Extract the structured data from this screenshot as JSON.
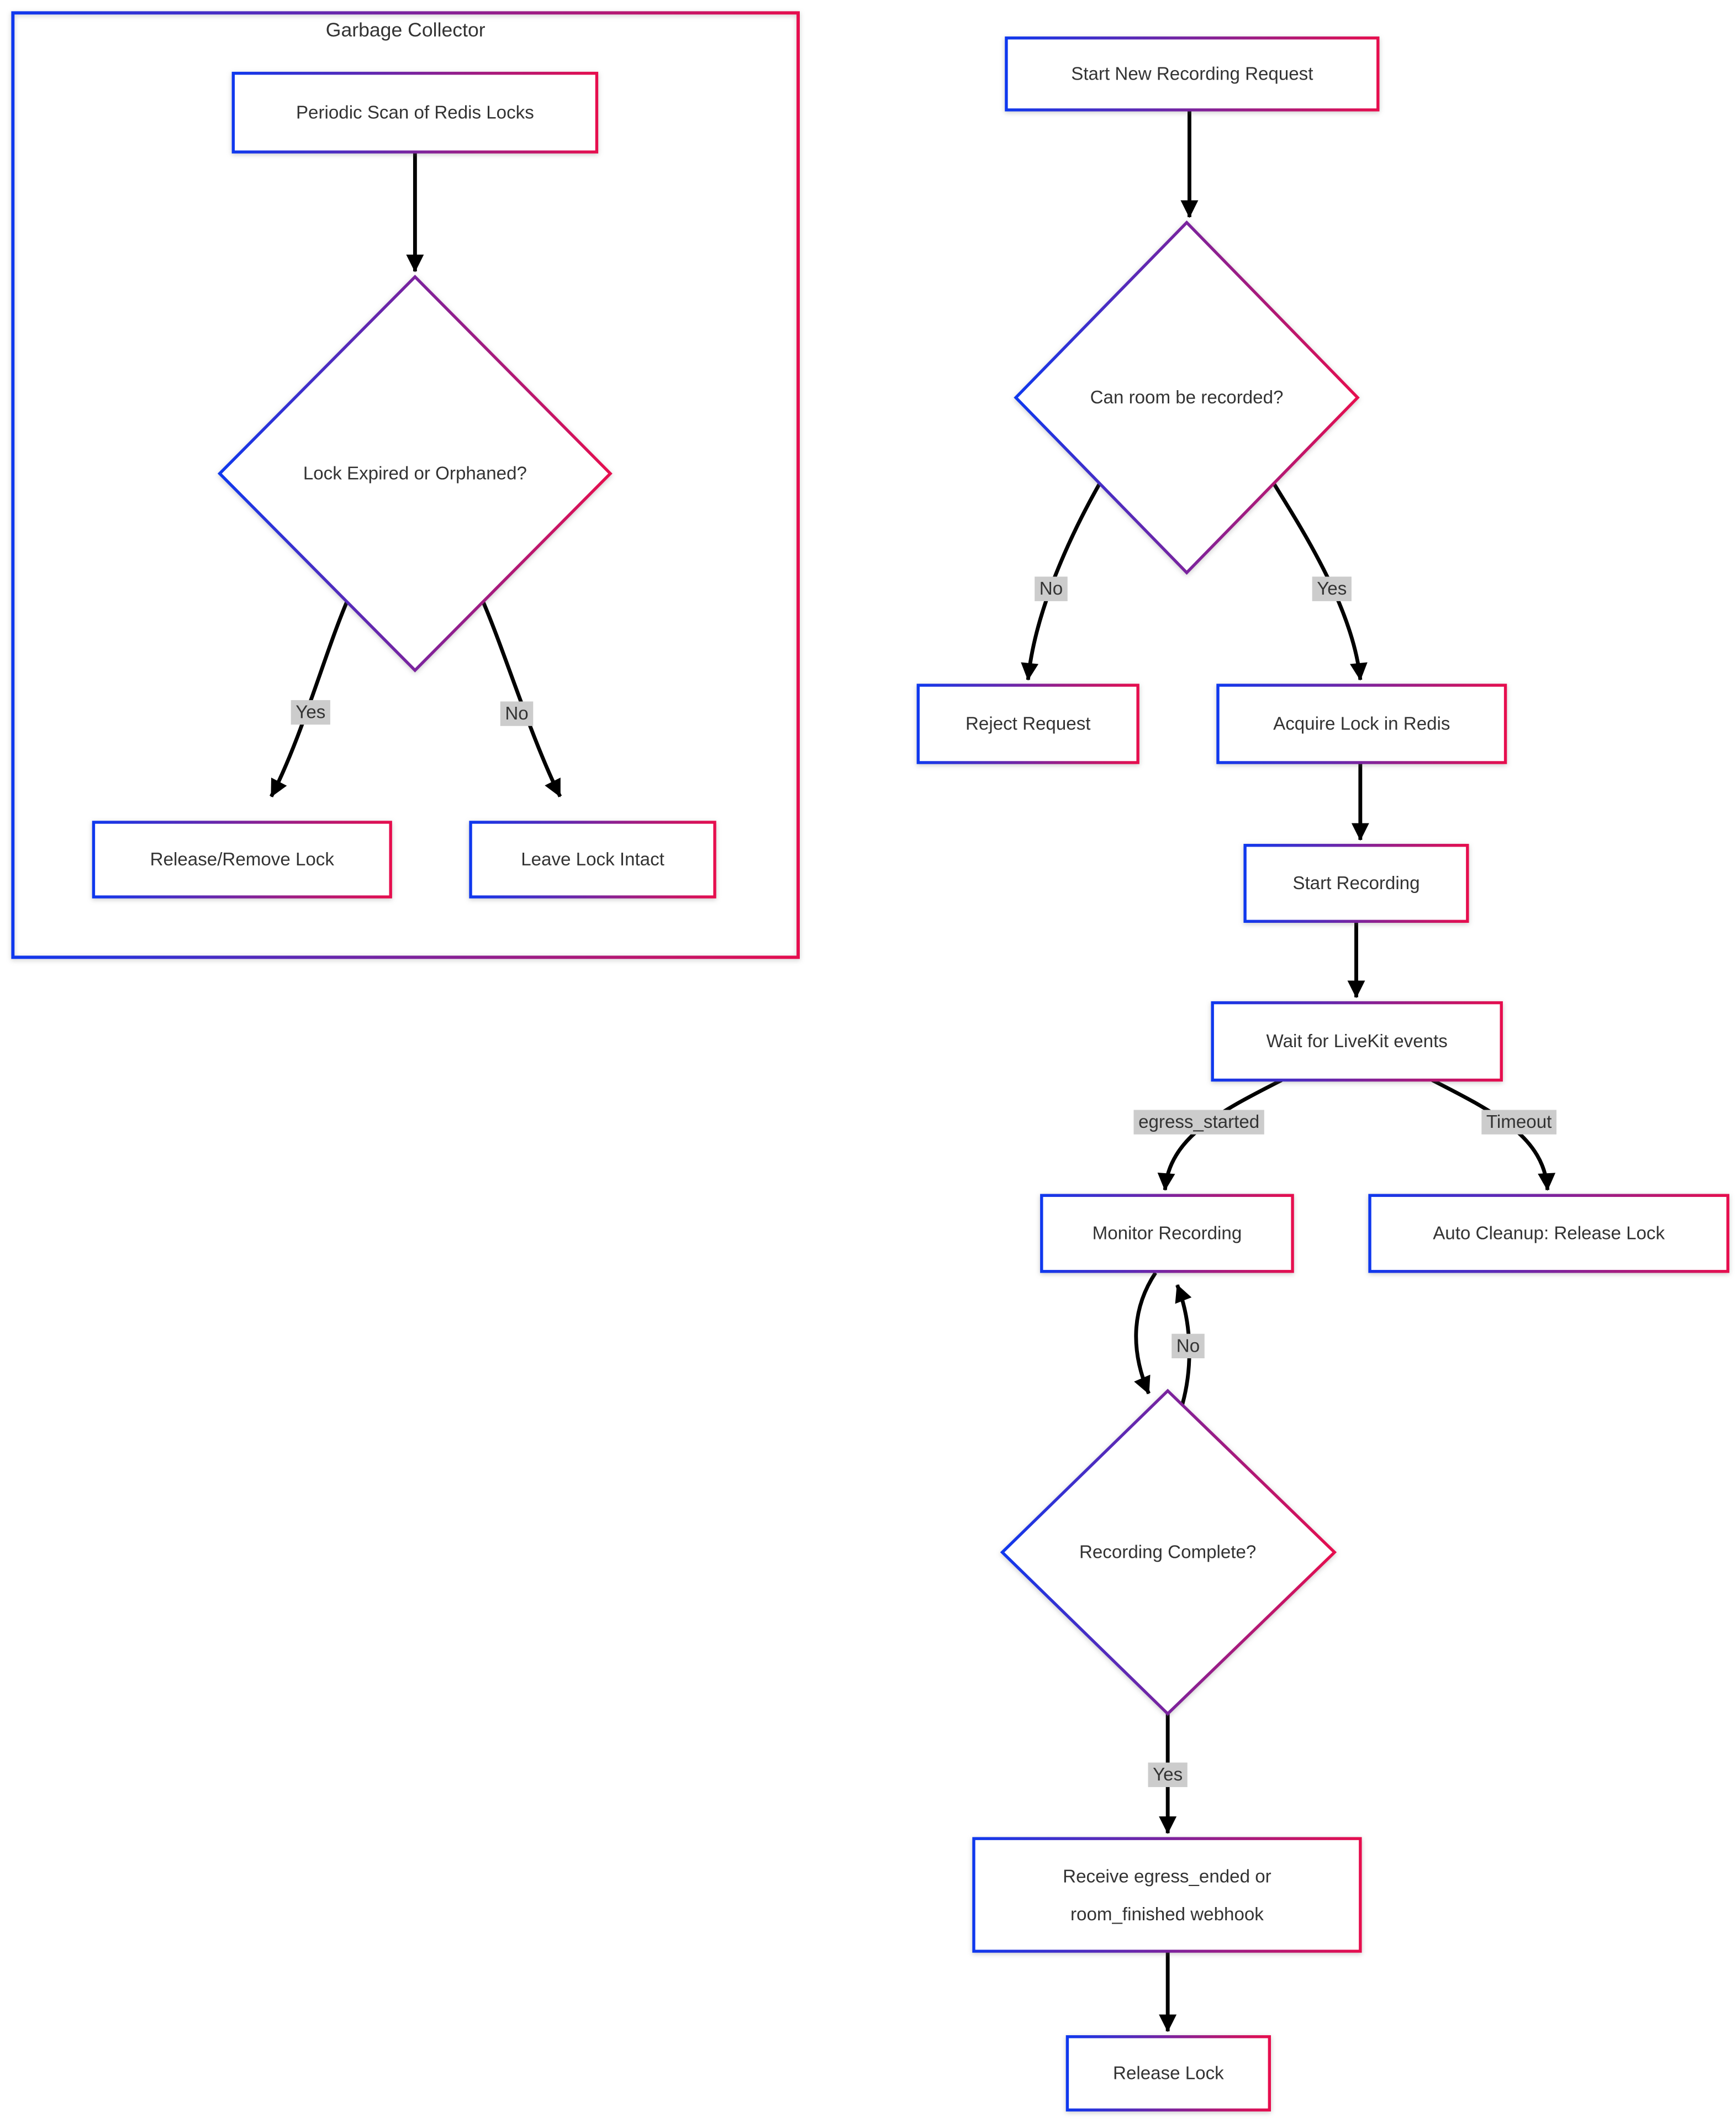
{
  "diagram": {
    "colors": {
      "gradient_start": "#0f38ee",
      "gradient_end": "#e60e4e",
      "node_fill": "#ffffff",
      "text_color": "#333333",
      "edge_color": "#000000",
      "edge_label_bg": "#cccccc",
      "background": "#ffffff"
    },
    "subgraph": {
      "title": "Garbage Collector"
    },
    "nodes": {
      "periodic_scan": {
        "label": "Periodic Scan of Redis Locks"
      },
      "lock_expired": {
        "label": "Lock Expired or Orphaned?"
      },
      "release_remove": {
        "label": "Release/Remove Lock"
      },
      "leave_intact": {
        "label": "Leave Lock Intact"
      },
      "start_request": {
        "label": "Start New Recording Request"
      },
      "can_record": {
        "label": "Can room be recorded?"
      },
      "reject_request": {
        "label": "Reject Request"
      },
      "acquire_lock": {
        "label": "Acquire Lock in Redis"
      },
      "start_recording": {
        "label": "Start Recording"
      },
      "wait_events": {
        "label": "Wait for LiveKit events"
      },
      "monitor": {
        "label": "Monitor Recording"
      },
      "auto_cleanup": {
        "label": "Auto Cleanup: Release Lock"
      },
      "recording_complete": {
        "label": "Recording Complete?"
      },
      "receive_webhook": {
        "line1": "Receive egress_ended or",
        "line2": "room_finished webhook"
      },
      "release_lock": {
        "label": "Release Lock"
      }
    },
    "edge_labels": {
      "gc_yes": "Yes",
      "gc_no": "No",
      "record_no": "No",
      "record_yes": "Yes",
      "egress_started": "egress_started",
      "timeout": "Timeout",
      "loop_no": "No",
      "complete_yes": "Yes"
    }
  }
}
